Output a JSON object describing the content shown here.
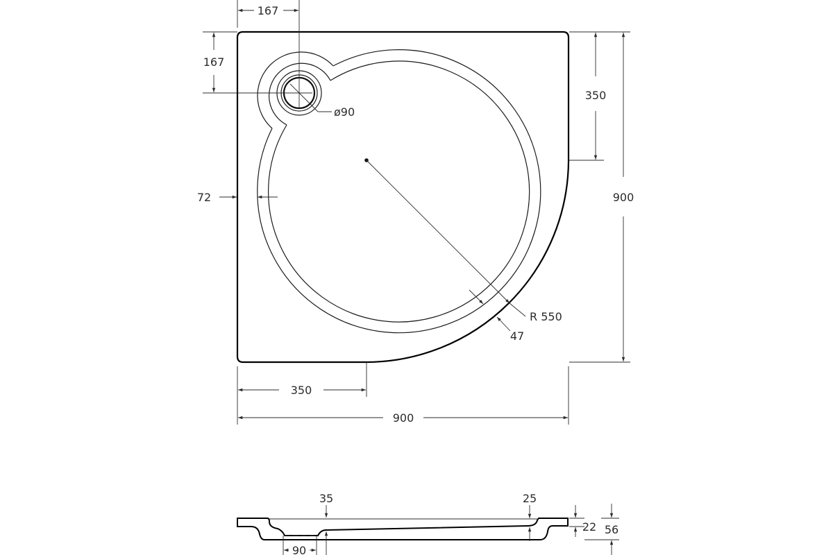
{
  "plan_view": {
    "dims": {
      "drain_offset_x": "167",
      "drain_offset_y": "167",
      "drain_diameter": "ø90",
      "right_straight": "350",
      "total_height": "900",
      "wall_offset": "72",
      "radius": "R 550",
      "rim_width": "47",
      "bottom_straight": "350",
      "total_width": "900"
    }
  },
  "section_view": {
    "dims": {
      "left_rim": "35",
      "right_rim": "25",
      "rim_height": "22",
      "total_height": "56",
      "drain_width": "90"
    }
  }
}
